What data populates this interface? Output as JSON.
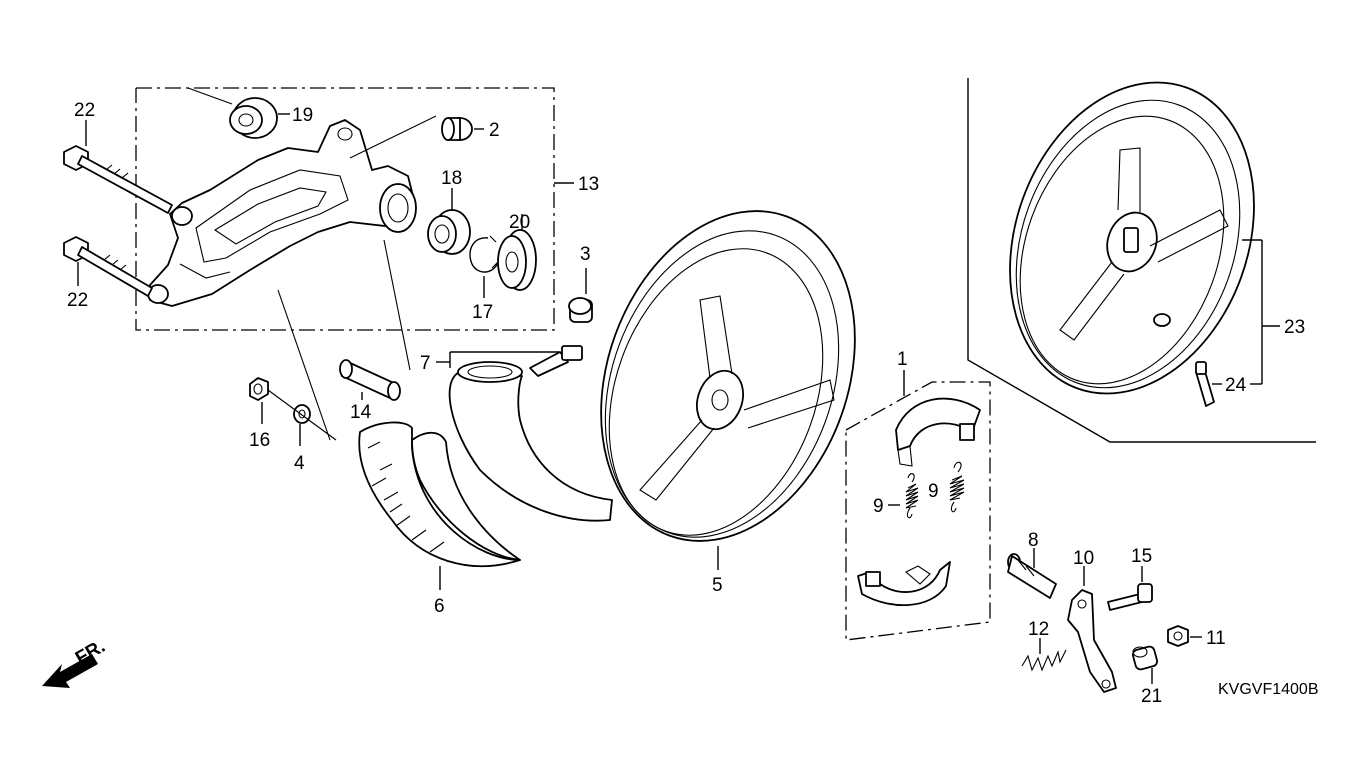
{
  "diagram_code": "KVGVF1400B",
  "front_indicator": "FR.",
  "callouts": {
    "c1": "1",
    "c2": "2",
    "c3": "3",
    "c4": "4",
    "c5": "5",
    "c6": "6",
    "c7": "7",
    "c8": "8",
    "c9a": "9",
    "c9b": "9",
    "c10": "10",
    "c11": "11",
    "c12": "12",
    "c13": "13",
    "c14": "14",
    "c15": "15",
    "c16": "16",
    "c17": "17",
    "c18": "18",
    "c19": "19",
    "c20": "20",
    "c21": "21",
    "c22a": "22",
    "c22b": "22",
    "c23": "23",
    "c24": "24"
  }
}
